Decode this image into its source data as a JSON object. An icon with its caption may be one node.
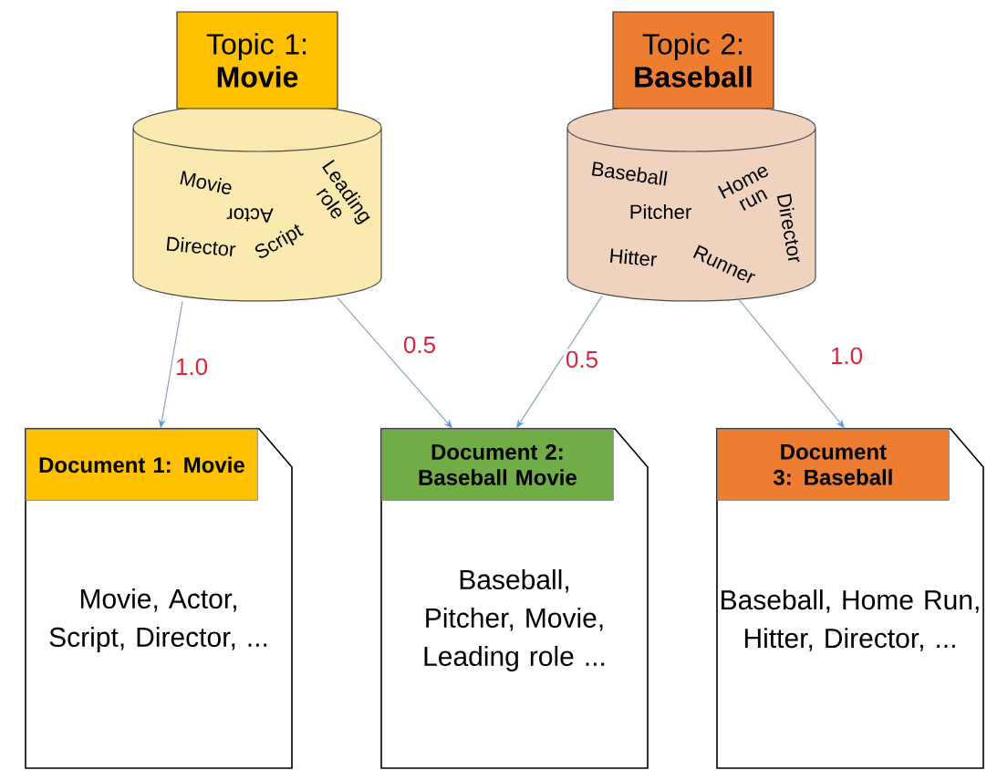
{
  "diagram": {
    "nodes": [
      {
        "text": [
          "Topic 1: **Movie**"
        ]
      },
      {
        "text": [
          "Movie",
          "Actor",
          "Director",
          "Script",
          "Leading role"
        ]
      },
      {
        "text": [
          "Topic 2: **Baseball**"
        ]
      },
      {
        "text": [
          "Baseball",
          "Pitcher",
          "Hitter",
          "Home run",
          "Director",
          "Runner"
        ]
      },
      {
        "text": [
          "Document 1: Movie",
          "Movie, Actor, Script, Director, ..."
        ]
      },
      {
        "text": [
          "Document 2: Baseball Movie",
          "Baseball, Pitcher, Movie, Leading role ..."
        ]
      },
      {
        "text": [
          "Document 3: Baseball",
          "Baseball, Home Run, Hitter, Director, ..."
        ]
      }
    ],
    "edges": [
      {
        "from": 1,
        "to": 4,
        "arrow": "to",
        "label": "1.0"
      },
      {
        "from": 1,
        "to": 5,
        "arrow": "to",
        "label": "0.5"
      },
      {
        "from": 3,
        "to": 5,
        "arrow": "to",
        "label": "0.5"
      },
      {
        "from": 3,
        "to": 6,
        "arrow": "to",
        "label": "1.0"
      }
    ]
  }
}
